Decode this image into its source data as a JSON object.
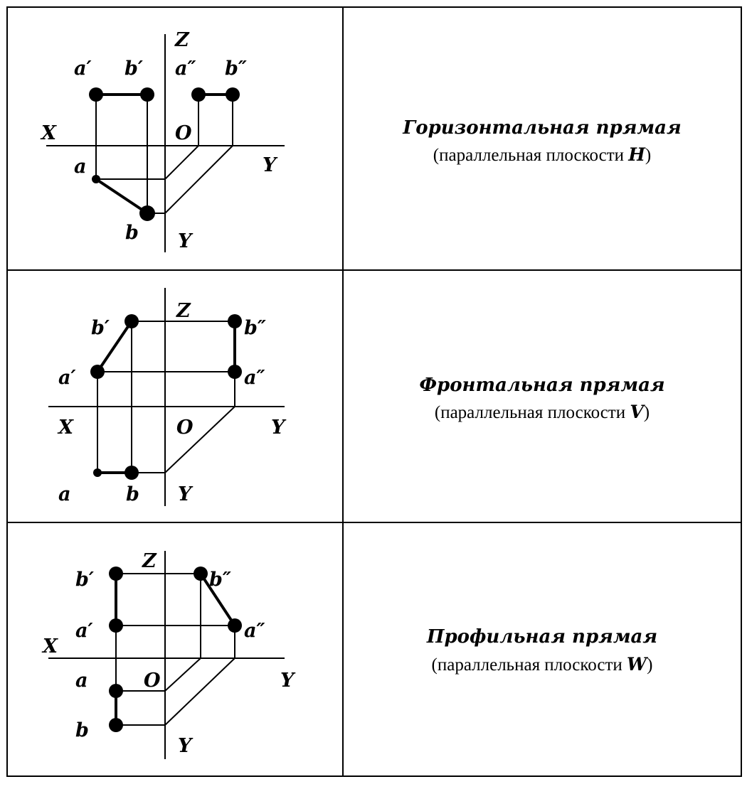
{
  "rows": [
    {
      "title": "Горизонтальная прямая",
      "subtitle_prefix": "(параллельная плоскости ",
      "plane": "H",
      "subtitle_suffix": ")",
      "labels": {
        "z": "Z",
        "x": "X",
        "o": "O",
        "y_right": "Y",
        "y_bottom": "Y",
        "a_front": "a′",
        "b_front": "b′",
        "a_profile": "a″",
        "b_profile": "b″",
        "a_top": "a",
        "b_top": "b"
      }
    },
    {
      "title": "Фронтальная прямая",
      "subtitle_prefix": "(параллельная плоскости ",
      "plane": "V",
      "subtitle_suffix": ")",
      "labels": {
        "z": "Z",
        "x": "X",
        "o": "O",
        "y_right": "Y",
        "y_bottom": "Y",
        "a_front": "a′",
        "b_front": "b′",
        "a_profile": "a″",
        "b_profile": "b″",
        "a_top": "a",
        "b_top": "b"
      }
    },
    {
      "title": "Профильная прямая",
      "subtitle_prefix": "(параллельная плоскости ",
      "plane": "W",
      "subtitle_suffix": ")",
      "labels": {
        "z": "Z",
        "x": "X",
        "o": "O",
        "y_right": "Y",
        "y_bottom": "Y",
        "a_front": "a′",
        "b_front": "b′",
        "a_profile": "a″",
        "b_profile": "b″",
        "a_top": "a",
        "b_top": "b"
      }
    }
  ]
}
